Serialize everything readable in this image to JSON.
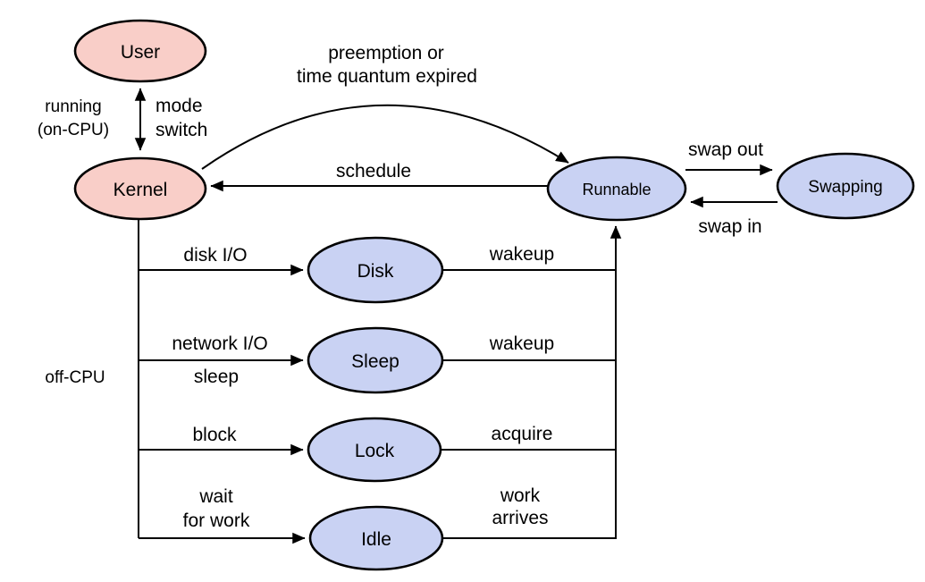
{
  "diagram": {
    "description": "Thread state transition diagram",
    "colors": {
      "cpu_fill": "#f9cec8",
      "wait_fill": "#c9d2f3",
      "stroke": "#000000",
      "background": "#ffffff"
    },
    "nodes": {
      "user": "User",
      "kernel": "Kernel",
      "runnable": "Runnable",
      "swapping": "Swapping",
      "disk": "Disk",
      "sleep": "Sleep",
      "lock": "Lock",
      "idle": "Idle"
    },
    "labels": {
      "running_on_cpu": [
        "running",
        "(on-CPU)"
      ],
      "mode_switch": [
        "mode",
        "switch"
      ],
      "preemption": [
        "preemption or",
        "time quantum expired"
      ],
      "schedule": "schedule",
      "swap_out": "swap out",
      "swap_in": "swap in",
      "disk_io": "disk I/O",
      "network_io": "network I/O",
      "sleep_verb": "sleep",
      "block": "block",
      "wait_for_work": [
        "wait",
        "for work"
      ],
      "wakeup_disk": "wakeup",
      "wakeup_sleep": "wakeup",
      "acquire": "acquire",
      "work_arrives": [
        "work",
        "arrives"
      ],
      "off_cpu": "off-CPU"
    }
  }
}
